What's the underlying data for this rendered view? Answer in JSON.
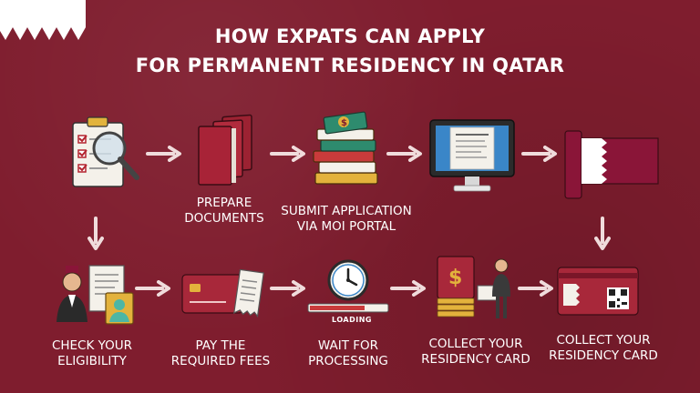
{
  "title": {
    "line1": "HOW EXPATS CAN APPLY",
    "line2": "FOR PERMANENT RESIDENCY IN QATAR"
  },
  "colors": {
    "background": "#7f1d2e",
    "qatar_maroon": "#8a1538",
    "white": "#ffffff"
  },
  "steps": {
    "prepare": {
      "line1": "PREPARE",
      "line2": "DOCUMENTS"
    },
    "submit": {
      "line1": "SUBMIT APPLICATION",
      "line2": "VIA MOI PORTAL"
    },
    "eligibility": {
      "line1": "CHECK YOUR",
      "line2": "ELIGIBILITY"
    },
    "fees": {
      "line1": "PAY THE",
      "line2": "REQUIRED FEES"
    },
    "processing": {
      "line1": "WAIT FOR",
      "line2": "PROCESSING"
    },
    "collect_a": {
      "line1": "COLLECT YOUR",
      "line2": "RESIDENCY CARD"
    },
    "collect_b": {
      "line1": "COLLECT YOUR",
      "line2": "RESIDENCY CARD"
    }
  },
  "loading_label": "LOADING",
  "icons": {
    "eligibility_checklist": "checklist-magnifier-icon",
    "documents": "document-folders-icon",
    "books": "stacked-books-icon",
    "computer": "computer-monitor-icon",
    "flag": "qatar-flag-icon",
    "official": "official-document-icon",
    "card": "credit-card-icon",
    "clock": "clock-icon",
    "money": "money-stack-icon",
    "residency_card": "residency-card-icon"
  }
}
